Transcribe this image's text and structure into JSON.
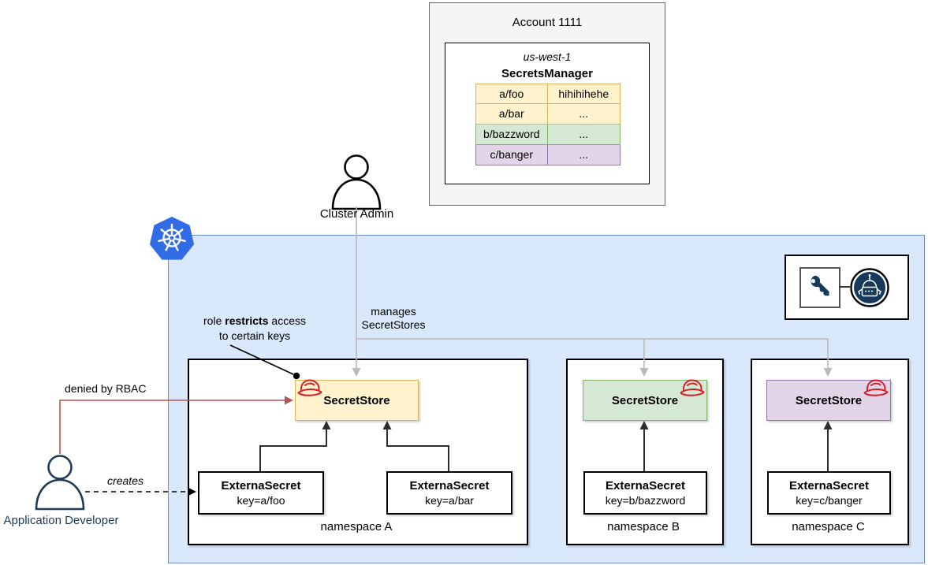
{
  "account": {
    "title": "Account 1111",
    "region": "us-west-1",
    "service": "SecretsManager",
    "rows": [
      {
        "key": "a/foo",
        "value": "hihihihehe",
        "color": "#fff2cc"
      },
      {
        "key": "a/bar",
        "value": "...",
        "color": "#fff2cc"
      },
      {
        "key": "b/bazzword",
        "value": "...",
        "color": "#d5e8d4"
      },
      {
        "key": "c/banger",
        "value": "...",
        "color": "#e1d5e7"
      }
    ]
  },
  "actors": {
    "cluster_admin": "Cluster Admin",
    "app_developer": "Application Developer"
  },
  "edges": {
    "manages_line1": "manages",
    "manages_line2": "SecretStores",
    "denied": "denied by RBAC",
    "creates": "creates"
  },
  "note": {
    "l1_pre": "role ",
    "l1_bold": "restricts",
    "l1_post": " access",
    "l2": "to certain keys"
  },
  "namespaces": [
    {
      "label": "namespace A",
      "store": "SecretStore",
      "secrets": [
        {
          "title": "ExternaSecret",
          "key": "key=a/foo"
        },
        {
          "title": "ExternaSecret",
          "key": "key=a/bar"
        }
      ]
    },
    {
      "label": "namespace B",
      "store": "SecretStore",
      "secrets": [
        {
          "title": "ExternaSecret",
          "key": "key=b/bazzword"
        }
      ]
    },
    {
      "label": "namespace C",
      "store": "SecretStore",
      "secrets": [
        {
          "title": "ExternaSecret",
          "key": "key=c/banger"
        }
      ]
    }
  ],
  "icons": {
    "kubernetes": "kubernetes-logo",
    "key": "key-icon",
    "robot": "external-secrets-robot-icon",
    "helmet": "red-helmet-icon",
    "person": "person-icon"
  },
  "colors": {
    "cluster_fill": "#dae8fc",
    "cluster_border": "#6c8ebf",
    "yellow_fill": "#fff2cc",
    "yellow_border": "#d6b656",
    "green_fill": "#d5e8d4",
    "green_border": "#82b366",
    "purple_fill": "#e1d5e7",
    "purple_border": "#9673a6",
    "account_fill": "#f5f5f5",
    "red_arrow": "#b85450",
    "gray_arrow": "#b9b9b9",
    "k8s_blue": "#326ce5",
    "navy": "#173a5c",
    "hat_red": "#d31f26"
  }
}
